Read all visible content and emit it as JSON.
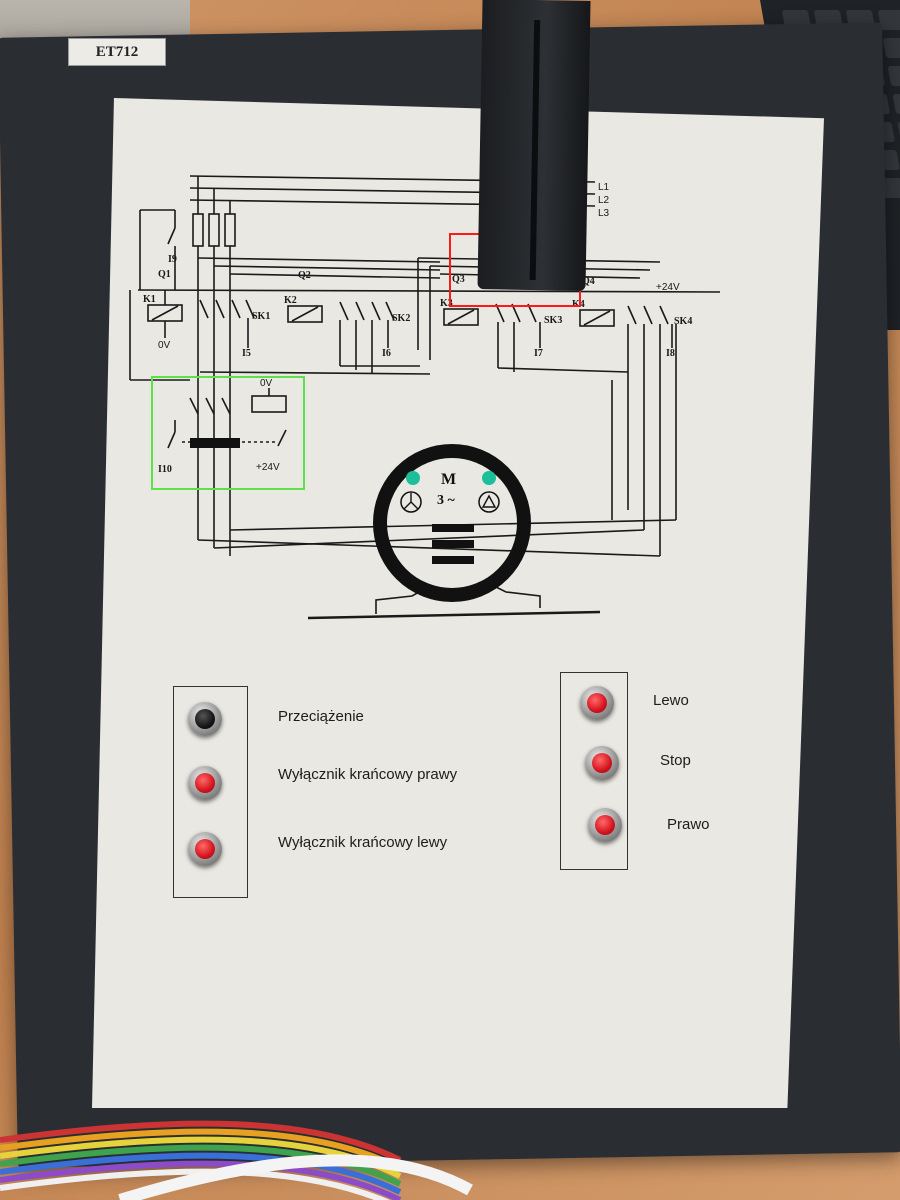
{
  "panel": {
    "label": "ET712"
  },
  "schematic": {
    "phases": [
      "L1",
      "L2",
      "L3"
    ],
    "supply_plus": "+24V",
    "supply_zero": "0V",
    "contactors": [
      {
        "q": "Q1",
        "k": "K1",
        "sk": "SK1",
        "input": "I5"
      },
      {
        "q": "Q2",
        "k": "K2",
        "sk": "SK2",
        "input": "I6"
      },
      {
        "q": "Q3",
        "k": "K3",
        "sk": "SK3",
        "input": "I7"
      },
      {
        "q": "Q4",
        "k": "K4",
        "sk": "SK4",
        "input": "I8"
      }
    ],
    "switch_input": "I9",
    "overload": {
      "input": "I10",
      "coil_zero": "0V",
      "supply": "+24V"
    },
    "motor": {
      "letter": "M",
      "phase": "3 ~"
    }
  },
  "buttons_left": [
    {
      "label": "Przeciążenie",
      "color": "black"
    },
    {
      "label": "Wyłącznik krańcowy prawy",
      "color": "red"
    },
    {
      "label": "Wyłącznik krańcowy lewy",
      "color": "red"
    }
  ],
  "buttons_right": [
    {
      "label": "Lewo",
      "color": "red"
    },
    {
      "label": "Stop",
      "color": "red"
    },
    {
      "label": "Prawo",
      "color": "red"
    }
  ],
  "annotations": {
    "red_box_color": "#ff1a1a",
    "green_box_color": "#5ee04a"
  },
  "indicators": {
    "led_color": "#1bbf9a"
  }
}
